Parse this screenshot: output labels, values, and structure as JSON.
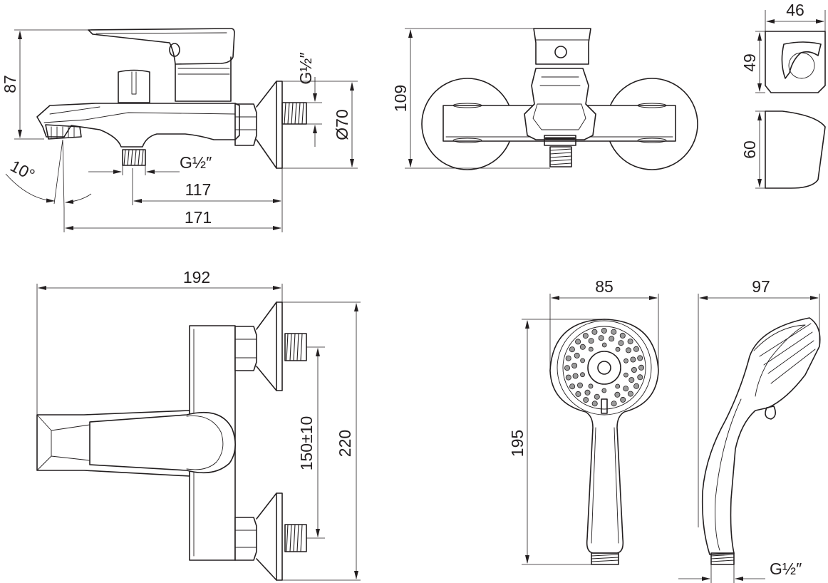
{
  "labels": {
    "side_height": "87",
    "side_angle": "10°",
    "side_inlet_thread": "G½″",
    "side_depth_117": "117",
    "side_depth_171": "171",
    "side_outlet_thread": "G½″",
    "side_flange_dia": "Ø70",
    "front_height": "109",
    "holder_width": "46",
    "holder_height_top": "49",
    "holder_height_bottom": "60",
    "top_width": "192",
    "top_depth": "220",
    "top_centers": "150±10",
    "head_width": "85",
    "head_length": "195",
    "handshower_depth": "97",
    "hose_thread": "G½″"
  },
  "colors": {
    "line": "#231f20",
    "background": "#ffffff",
    "nozzle": "#9a9a9a"
  }
}
